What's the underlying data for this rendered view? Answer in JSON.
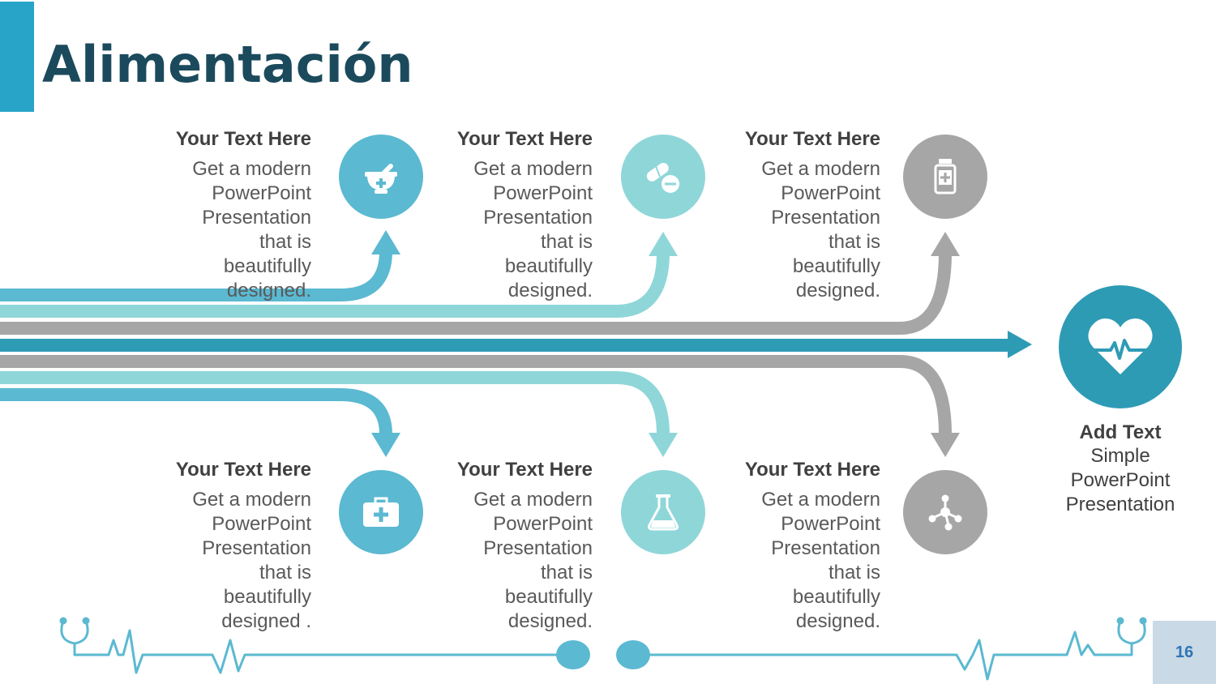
{
  "slide": {
    "title": "Alimentación",
    "page_number": "16"
  },
  "colors": {
    "accent_dark": "#2e9bb5",
    "accent_blue": "#5bb9d1",
    "accent_light": "#8fd6d9",
    "gray": "#a6a6a6",
    "title_color": "#1b4a5c"
  },
  "items": [
    {
      "heading": "Your Text Here",
      "lines": [
        "Get a modern",
        "PowerPoint",
        "Presentation",
        "that is",
        "beautifully",
        "designed."
      ],
      "icon": "mortar-pestle-icon",
      "color": "#5bb9d1"
    },
    {
      "heading": "Your Text Here",
      "lines": [
        "Get a modern",
        "PowerPoint",
        "Presentation",
        "that is",
        "beautifully",
        "designed."
      ],
      "icon": "pills-icon",
      "color": "#8fd6d9"
    },
    {
      "heading": "Your Text Here",
      "lines": [
        "Get a modern",
        "PowerPoint",
        "Presentation",
        "that is",
        "beautifully",
        "designed."
      ],
      "icon": "medicine-bottle-icon",
      "color": "#a6a6a6"
    },
    {
      "heading": "Your Text Here",
      "lines": [
        "Get a modern",
        "PowerPoint",
        "Presentation",
        "that is",
        "beautifully",
        "designed ."
      ],
      "icon": "first-aid-kit-icon",
      "color": "#5bb9d1"
    },
    {
      "heading": "Your Text Here",
      "lines": [
        "Get a modern",
        "PowerPoint",
        "Presentation",
        "that is",
        "beautifully",
        "designed."
      ],
      "icon": "flask-icon",
      "color": "#8fd6d9"
    },
    {
      "heading": "Your Text Here",
      "lines": [
        "Get a modern",
        "PowerPoint",
        "Presentation",
        "that is",
        "beautifully",
        "designed."
      ],
      "icon": "molecule-icon",
      "color": "#a6a6a6"
    }
  ],
  "main": {
    "heading": "Add Text",
    "lines": [
      "Simple",
      "PowerPoint",
      "Presentation"
    ],
    "icon": "heart-pulse-icon"
  }
}
